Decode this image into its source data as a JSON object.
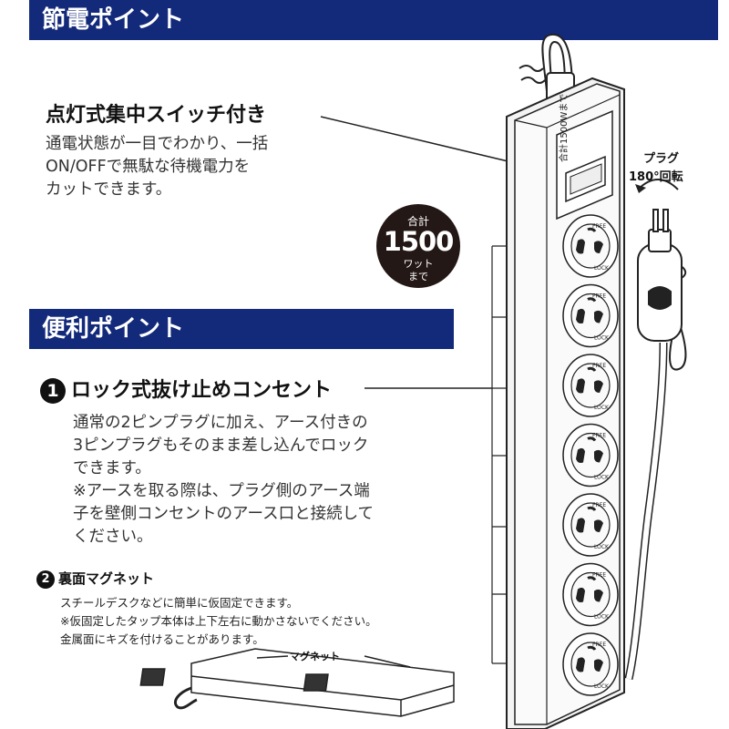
{
  "banner_saving": "節電ポイント",
  "banner_convenience": "便利ポイント",
  "switch_feature": {
    "title": "点灯式集中スイッチ付き",
    "description": "通電状態が一目でわかり、一括\nON/OFFで無駄な待機電力を\nカットできます。"
  },
  "badge": {
    "line1": "合計",
    "value": "1500",
    "line3": "ワット",
    "line4": "まで"
  },
  "plug_note": {
    "line1": "プラグ",
    "line2": "180°回転"
  },
  "switch_label": "合計1500Wまで",
  "lock_feature": {
    "number": "1",
    "title": "ロック式抜け止めコンセント",
    "description": "通常の2ピンプラグに加え、アース付きの\n3ピンプラグもそのまま差し込んでロック\nできます。\n※アースを取る際は、プラグ側のアース端\n子を壁側コンセントのアース口と接続して\nください。"
  },
  "magnet_feature": {
    "number": "2",
    "title": "裏面マグネット",
    "description": "スチールデスクなどに簡単に仮固定できます。\n※仮固定したタップ本体は上下左右に動かさないでください。\n金属面にキズを付けることがあります。",
    "label": "マグネット"
  },
  "outlet_marks": {
    "free": "FREE",
    "lock": "LOCK"
  },
  "outlet_count": 7
}
